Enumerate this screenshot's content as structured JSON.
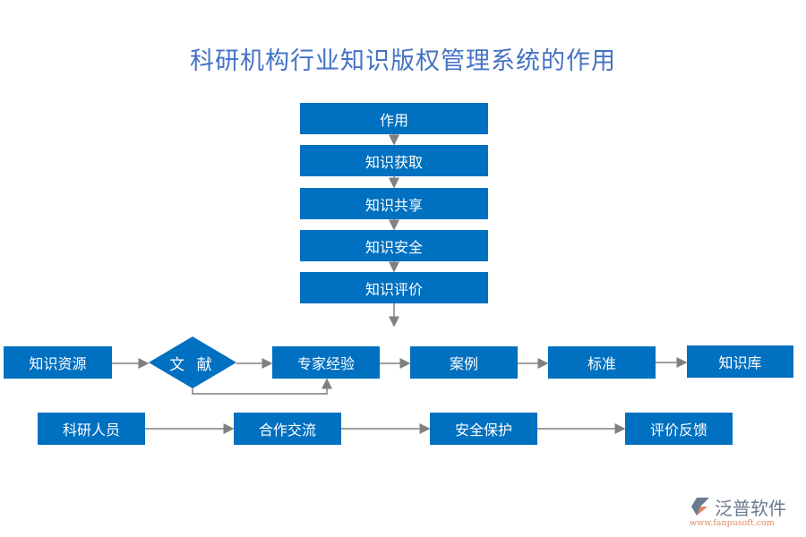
{
  "title": "科研机构行业知识版权管理系统的作用",
  "colors": {
    "box": "#0070C0",
    "title": "#4472C4",
    "arrow": "#808080"
  },
  "column": [
    "作用",
    "知识获取",
    "知识共享",
    "知识安全",
    "知识评价"
  ],
  "row1": {
    "source": "知识资源",
    "decision": "文 献",
    "steps": [
      "专家经验",
      "案例",
      "标准",
      "知识库"
    ]
  },
  "row2": [
    "科研人员",
    "合作交流",
    "安全保护",
    "评价反馈"
  ],
  "logo": {
    "name": "泛普软件",
    "url": "www.fanpusoft.com"
  }
}
